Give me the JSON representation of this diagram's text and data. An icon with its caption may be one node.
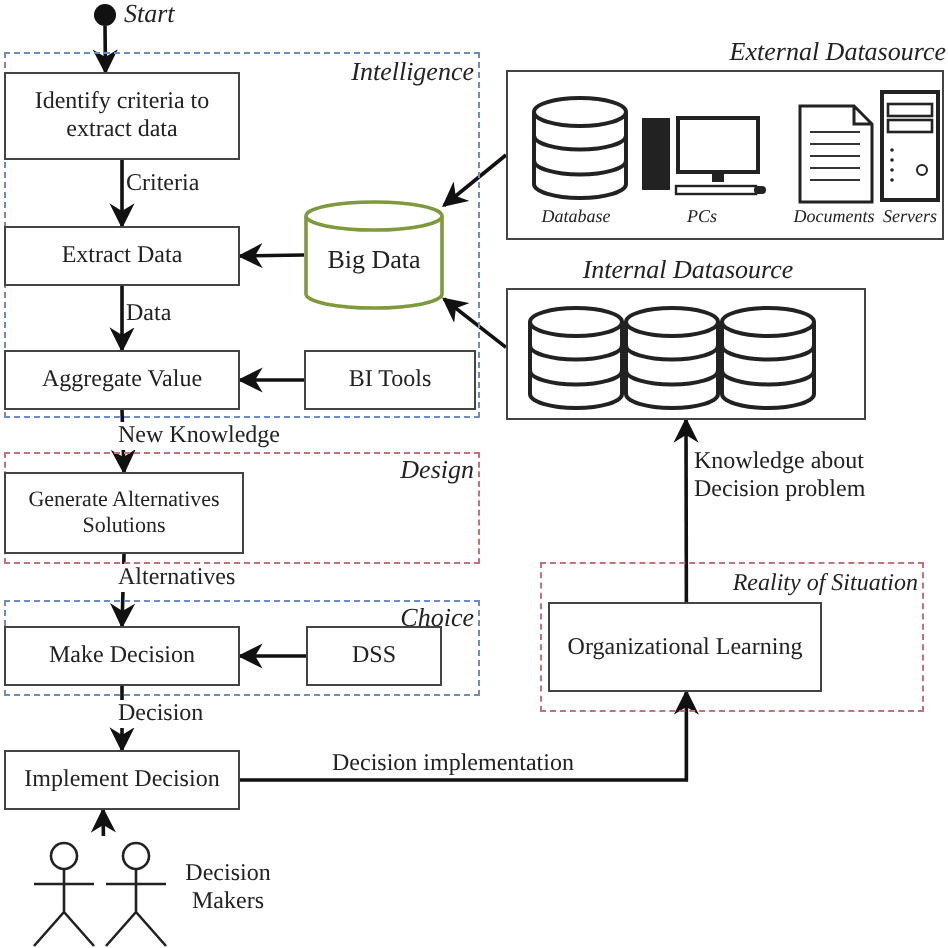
{
  "diagram": {
    "nodes": [
      {
        "text": [],
        "shape": "circle",
        "beside": [
          "Start"
        ]
      },
      {
        "text": [
          "Intelligence"
        ]
      },
      {
        "text": [
          "Identify criteria to extract data"
        ],
        "in": 1
      },
      {
        "text": [
          "Extract Data"
        ],
        "in": 1
      },
      {
        "text": [
          "Big Data"
        ],
        "in": 1
      },
      {
        "text": [
          "Aggregate Value"
        ],
        "in": 1
      },
      {
        "text": [
          "BI Tools"
        ],
        "in": 1
      },
      {
        "text": [
          "Design"
        ]
      },
      {
        "text": [
          "Generate Alternatives Solutions"
        ],
        "in": 7
      },
      {
        "text": [
          "Choice"
        ]
      },
      {
        "text": [
          "Make Decision"
        ],
        "in": 9
      },
      {
        "text": [
          "DSS"
        ],
        "in": 9
      },
      {
        "text": [
          "Implement Decision"
        ]
      },
      {
        "text": [
          "Decision Makers"
        ]
      },
      {
        "text": [
          "External Datasource",
          "Database",
          "PCs",
          "Documents",
          "Servers"
        ]
      },
      {
        "text": [
          "Internal Datasource"
        ]
      },
      {
        "text": [
          "Reality of Situation"
        ]
      },
      {
        "text": [
          "Organizational Learning"
        ],
        "in": 16
      }
    ],
    "edges": [
      {
        "from": 0,
        "to": 2,
        "arrow": "to"
      },
      {
        "from": 2,
        "to": 3,
        "arrow": "to",
        "label": "Criteria"
      },
      {
        "from": 4,
        "to": 3,
        "arrow": "to"
      },
      {
        "from": 3,
        "to": 5,
        "arrow": "to",
        "label": "Data"
      },
      {
        "from": 6,
        "to": 5,
        "arrow": "to"
      },
      {
        "from": 5,
        "to": 8,
        "arrow": "to",
        "label": "New Knowledge"
      },
      {
        "from": 14,
        "to": 4,
        "arrow": "to"
      },
      {
        "from": 15,
        "to": 4,
        "arrow": "to"
      },
      {
        "from": 8,
        "to": 10,
        "arrow": "to",
        "label": "Alternatives"
      },
      {
        "from": 11,
        "to": 10,
        "arrow": "to"
      },
      {
        "from": 10,
        "to": 12,
        "arrow": "to",
        "label": "Decision"
      },
      {
        "from": 13,
        "to": 12,
        "arrow": "to"
      },
      {
        "from": 12,
        "to": 17,
        "arrow": "to",
        "label": "Decision implementation"
      },
      {
        "from": 17,
        "to": 15,
        "arrow": "to",
        "label": "Knowledge about Decision problem"
      }
    ]
  }
}
